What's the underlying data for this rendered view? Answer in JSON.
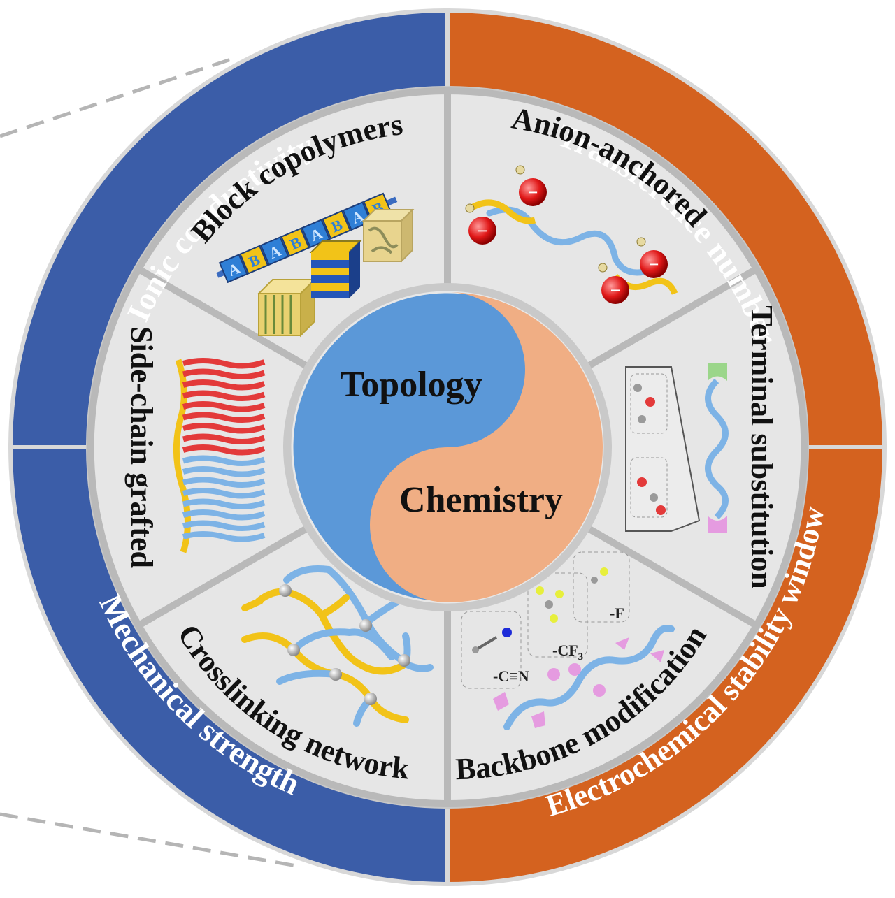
{
  "colors": {
    "blue_ring": "#3b5da8",
    "orange_ring": "#d4621f",
    "sector_fill": "#e6e6e6",
    "yin_blue": "#5b98d8",
    "yang_orange": "#f0ae84",
    "red_chain": "#e33a3a",
    "blue_chain": "#7db3e6",
    "yellow_chain": "#f2c318"
  },
  "ring": {
    "ionic_conductivity": "Ionic conductivity",
    "mechanical_strength": "Mechanical strength",
    "transference_number": "Transference number",
    "electrochemical_stability_window": "Electrochemical stability window"
  },
  "center": {
    "topology": "Topology",
    "chemistry": "Chemistry"
  },
  "sectors": {
    "block_copolymers": {
      "label": "Block copolymers",
      "chain_letters": [
        "A",
        "B",
        "A",
        "B",
        "A",
        "B",
        "A",
        "B"
      ]
    },
    "anion_anchored": {
      "label": "Anion-anchored",
      "ion_sign": "−"
    },
    "terminal_substitution": {
      "label": "Terminal substitution"
    },
    "backbone_modification": {
      "label": "Backbone modification",
      "groups": [
        "-C≡N",
        "-CF",
        "3",
        "-F"
      ]
    },
    "crosslinking_network": {
      "label": "Crosslinking network"
    },
    "side_chain_grafted": {
      "label": "Side-chain grafted"
    }
  }
}
